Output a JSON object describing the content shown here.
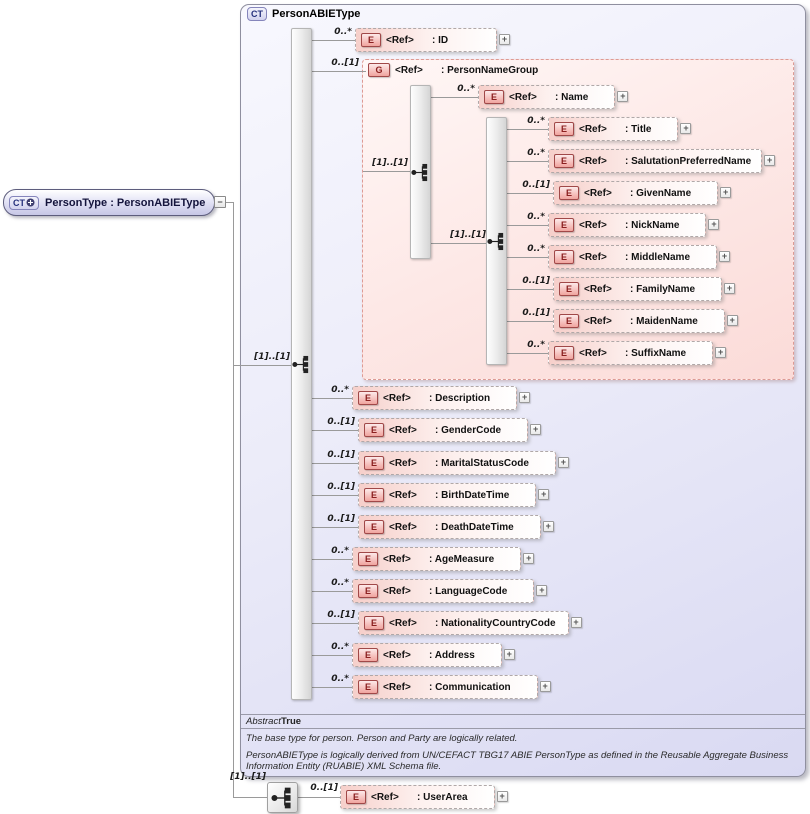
{
  "root": {
    "badge": "CT",
    "label": "PersonType : PersonABIEType",
    "collapse_glyph": "−"
  },
  "ct": {
    "badge": "CT",
    "title": "PersonABIEType",
    "sequence_card": "[1]..[1]",
    "expand_glyph": "+",
    "elements": [
      {
        "badge": "E",
        "ref": "<Ref>",
        "name": ": ID",
        "card": "0..*"
      },
      {
        "badge": "E",
        "ref": "<Ref>",
        "name": ": Description",
        "card": "0..*"
      },
      {
        "badge": "E",
        "ref": "<Ref>",
        "name": ": GenderCode",
        "card": "0..[1]"
      },
      {
        "badge": "E",
        "ref": "<Ref>",
        "name": ": MaritalStatusCode",
        "card": "0..[1]"
      },
      {
        "badge": "E",
        "ref": "<Ref>",
        "name": ": BirthDateTime",
        "card": "0..[1]"
      },
      {
        "badge": "E",
        "ref": "<Ref>",
        "name": ": DeathDateTime",
        "card": "0..[1]"
      },
      {
        "badge": "E",
        "ref": "<Ref>",
        "name": ": AgeMeasure",
        "card": "0..*"
      },
      {
        "badge": "E",
        "ref": "<Ref>",
        "name": ": LanguageCode",
        "card": "0..*"
      },
      {
        "badge": "E",
        "ref": "<Ref>",
        "name": ": NationalityCountryCode",
        "card": "0..[1]"
      },
      {
        "badge": "E",
        "ref": "<Ref>",
        "name": ": Address",
        "card": "0..*"
      },
      {
        "badge": "E",
        "ref": "<Ref>",
        "name": ": Communication",
        "card": "0..*"
      }
    ],
    "name_group": {
      "badge": "G",
      "ref": "<Ref>",
      "name": ": PersonNameGroup",
      "card": "0..[1]",
      "sequence_card_outer": "[1]..[1]",
      "sequence_card_inner": "[1]..[1]",
      "elements": [
        {
          "badge": "E",
          "ref": "<Ref>",
          "name": ": Name",
          "card": "0..*"
        },
        {
          "badge": "E",
          "ref": "<Ref>",
          "name": ": Title",
          "card": "0..*"
        },
        {
          "badge": "E",
          "ref": "<Ref>",
          "name": ": SalutationPreferredName",
          "card": "0..*"
        },
        {
          "badge": "E",
          "ref": "<Ref>",
          "name": ": GivenName",
          "card": "0..[1]"
        },
        {
          "badge": "E",
          "ref": "<Ref>",
          "name": ": NickName",
          "card": "0..*"
        },
        {
          "badge": "E",
          "ref": "<Ref>",
          "name": ": MiddleName",
          "card": "0..*"
        },
        {
          "badge": "E",
          "ref": "<Ref>",
          "name": ": FamilyName",
          "card": "0..[1]"
        },
        {
          "badge": "E",
          "ref": "<Ref>",
          "name": ": MaidenName",
          "card": "0..[1]"
        },
        {
          "badge": "E",
          "ref": "<Ref>",
          "name": ": SuffixName",
          "card": "0..*"
        }
      ]
    },
    "abstract_label": "Abstract",
    "abstract_value": "True",
    "doc1": "The base type for person. Person and Party are logically related.",
    "doc2": "PersonABIEType is logically derived from UN/CEFACT TBG17 ABIE PersonType as defined in the Reusable Aggregate Business Information Entity (RUABIE) XML Schema file."
  },
  "user_area": {
    "sequence_card": "[1]..[1]",
    "card": "0..[1]",
    "badge": "E",
    "ref": "<Ref>",
    "name": ": UserArea"
  }
}
